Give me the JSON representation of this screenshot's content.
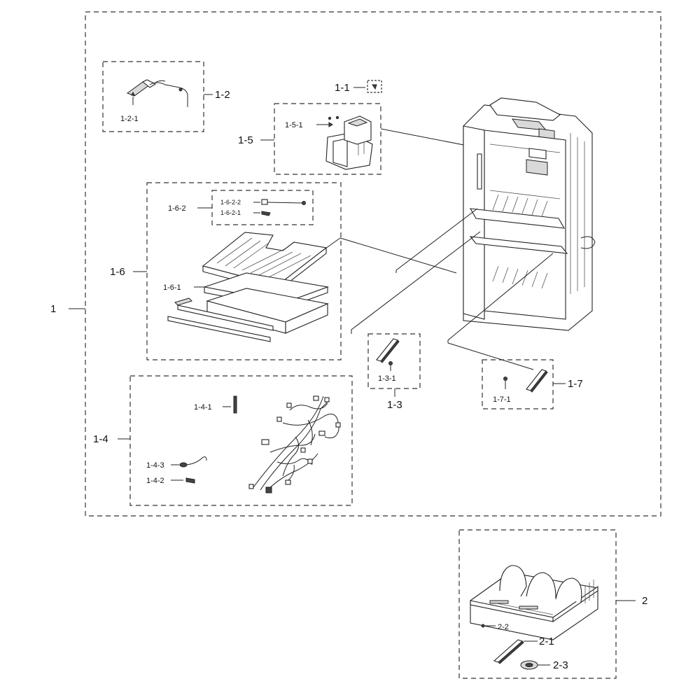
{
  "labels": {
    "l1": "1",
    "l1_1": "1-1",
    "l1_2": "1-2",
    "l1_2_1": "1-2-1",
    "l1_3": "1-3",
    "l1_3_1": "1-3-1",
    "l1_4": "1-4",
    "l1_4_1": "1-4-1",
    "l1_4_2": "1-4-2",
    "l1_4_3": "1-4-3",
    "l1_5": "1-5",
    "l1_5_1": "1-5-1",
    "l1_6": "1-6",
    "l1_6_1": "1-6-1",
    "l1_6_2": "1-6-2",
    "l1_6_2_1": "1-6-2-1",
    "l1_6_2_2": "1-6-2-2",
    "l1_7": "1-7",
    "l1_7_1": "1-7-1",
    "l2": "2",
    "l2_1": "2-1",
    "l2_2": "2-2",
    "l2_3": "2-3"
  }
}
